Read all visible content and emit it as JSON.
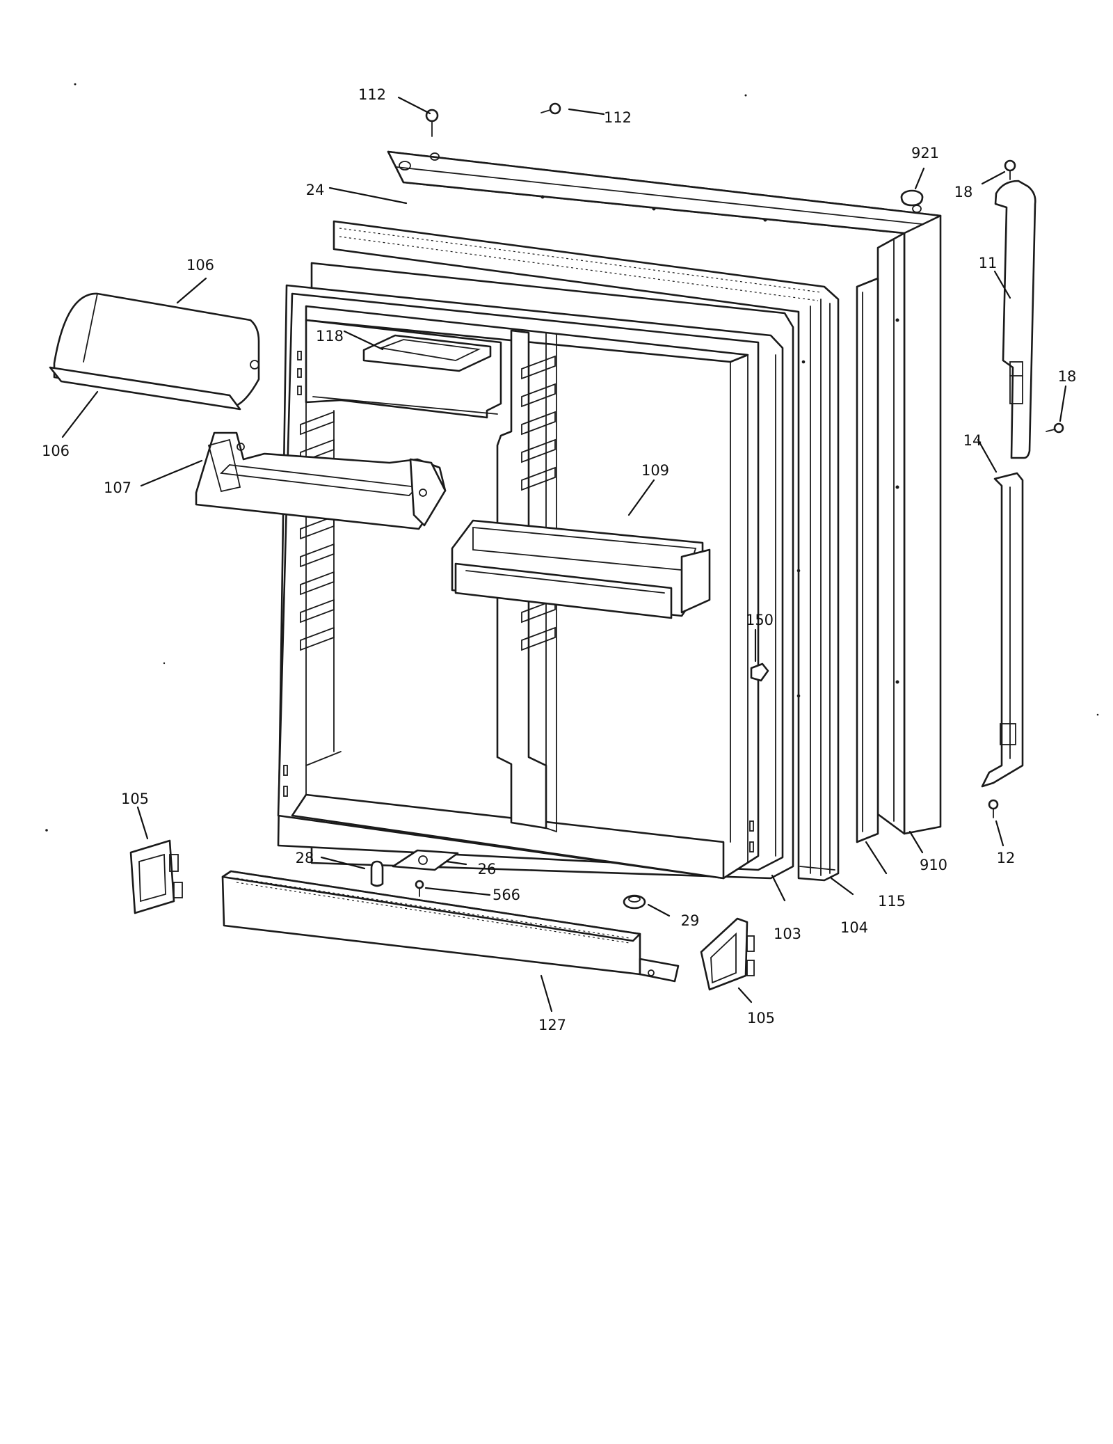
{
  "diagram": {
    "callouts": [
      {
        "id": "c-112a",
        "label": "112"
      },
      {
        "id": "c-112b",
        "label": "112"
      },
      {
        "id": "c-921",
        "label": "921"
      },
      {
        "id": "c-18a",
        "label": "18"
      },
      {
        "id": "c-24",
        "label": "24"
      },
      {
        "id": "c-106a",
        "label": "106"
      },
      {
        "id": "c-11",
        "label": "11"
      },
      {
        "id": "c-118",
        "label": "118"
      },
      {
        "id": "c-18b",
        "label": "18"
      },
      {
        "id": "c-106b",
        "label": "106"
      },
      {
        "id": "c-14",
        "label": "14"
      },
      {
        "id": "c-107",
        "label": "107"
      },
      {
        "id": "c-109",
        "label": "109"
      },
      {
        "id": "c-150",
        "label": "150"
      },
      {
        "id": "c-105a",
        "label": "105"
      },
      {
        "id": "c-28",
        "label": "28"
      },
      {
        "id": "c-26",
        "label": "26"
      },
      {
        "id": "c-910",
        "label": "910"
      },
      {
        "id": "c-12",
        "label": "12"
      },
      {
        "id": "c-566",
        "label": "566"
      },
      {
        "id": "c-115",
        "label": "115"
      },
      {
        "id": "c-29",
        "label": "29"
      },
      {
        "id": "c-104",
        "label": "104"
      },
      {
        "id": "c-103",
        "label": "103"
      },
      {
        "id": "c-127",
        "label": "127"
      },
      {
        "id": "c-105b",
        "label": "105"
      }
    ]
  }
}
